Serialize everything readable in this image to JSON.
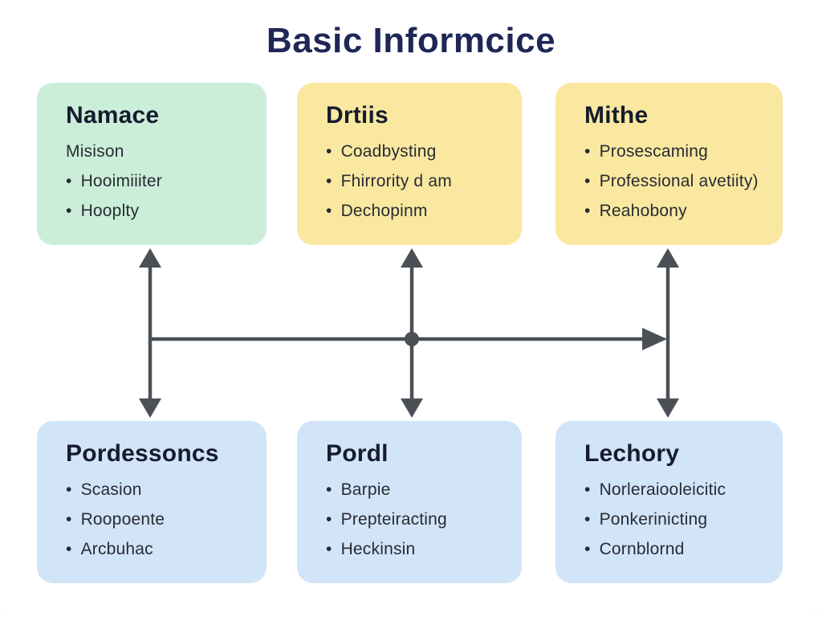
{
  "title": "Basic Informcice",
  "ui": {
    "bullet_char": "•"
  },
  "colors": {
    "background": "#ffffff",
    "background_edge": "#edf1f9",
    "title_text": "#1e2756",
    "heading_text": "#161c2e",
    "body_text": "#272b33",
    "arrow": "#4a5056",
    "mint_box": "#cbeed9",
    "yellow_box": "#fae8a0",
    "blue_box": "#d2e4f8"
  },
  "boxes": [
    {
      "heading": "Namace",
      "items": [
        {
          "bullet": "",
          "text": "Misison"
        },
        {
          "bullet": "•",
          "text": "Hooimiiiter"
        },
        {
          "bullet": "•",
          "text": "Hooplty"
        }
      ]
    },
    {
      "heading": "Drtiis",
      "items": [
        {
          "bullet": "•",
          "text": "Coadbysting"
        },
        {
          "bullet": "•",
          "text": "Fhirrority d am"
        },
        {
          "bullet": "•",
          "text": "Dechopinm"
        }
      ]
    },
    {
      "heading": "Mithe",
      "items": [
        {
          "bullet": "•",
          "text": "Prosescaming"
        },
        {
          "bullet": "•",
          "text": "Professional avetiity)"
        },
        {
          "bullet": "•",
          "text": "Reahobony"
        }
      ]
    },
    {
      "heading": "Pordessoncs",
      "items": [
        {
          "bullet": "•",
          "text": "Scasion"
        },
        {
          "bullet": "•",
          "text": "Roopoente"
        },
        {
          "bullet": "•",
          "text": "Arcbuhac"
        }
      ]
    },
    {
      "heading": "Pordl",
      "items": [
        {
          "bullet": "•",
          "text": "Barpie"
        },
        {
          "bullet": "•",
          "text": "Prepteiracting"
        },
        {
          "bullet": "•",
          "text": "Heckinsin"
        }
      ]
    },
    {
      "heading": "Lechory",
      "items": [
        {
          "bullet": "•",
          "text": "Norleraiooleicitic"
        },
        {
          "bullet": "•",
          "text": "Ponkerinicting"
        },
        {
          "bullet": "•",
          "text": "Cornblornd"
        }
      ]
    }
  ]
}
